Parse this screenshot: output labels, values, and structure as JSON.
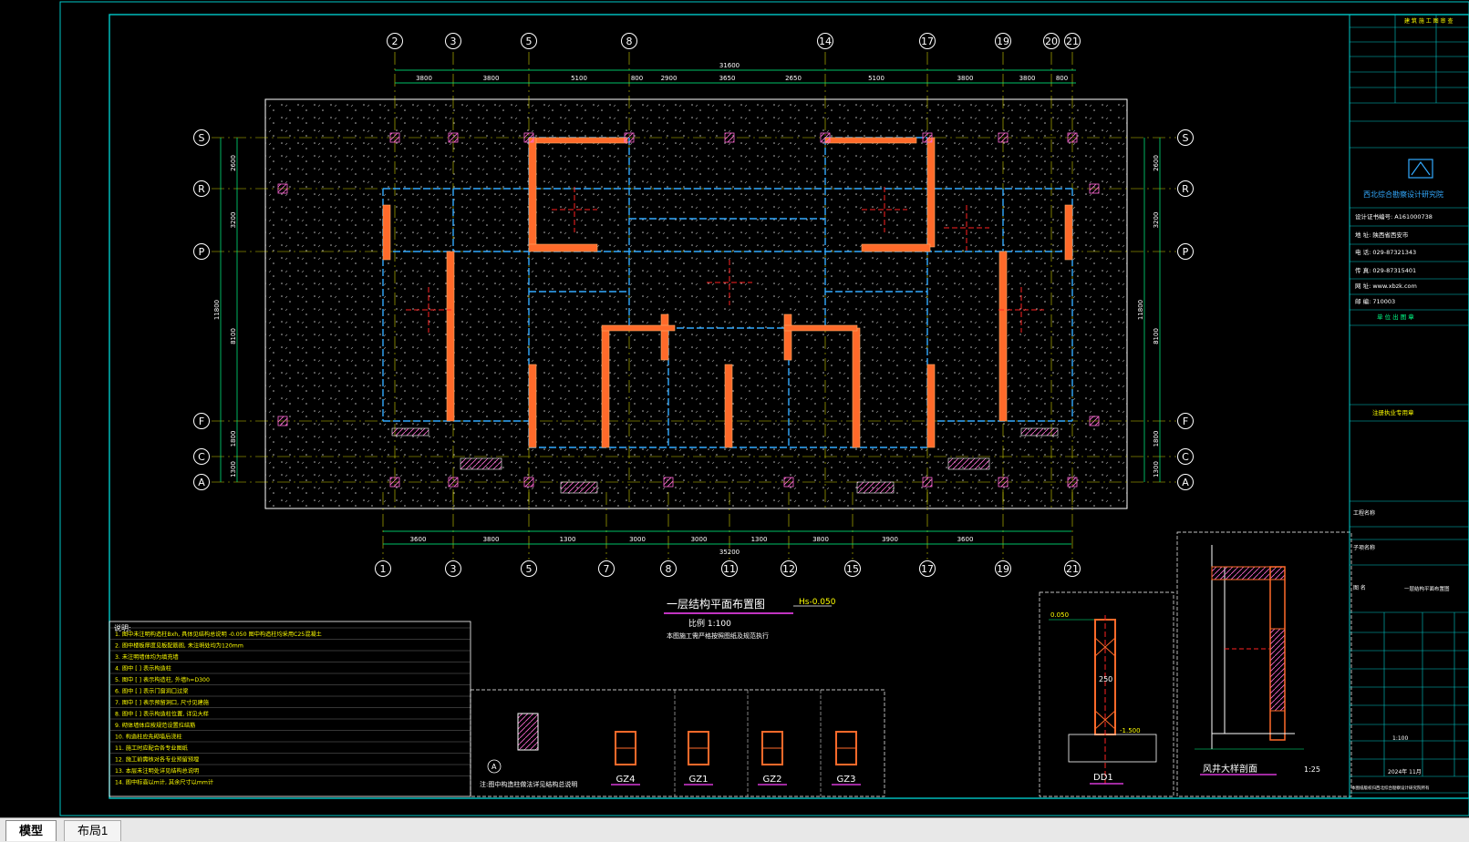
{
  "axes_top": [
    "2",
    "3",
    "5",
    "8",
    "14",
    "17",
    "19",
    "20",
    "21"
  ],
  "axes_bottom": [
    "1",
    "3",
    "5",
    "7",
    "8",
    "11",
    "12",
    "15",
    "17",
    "19",
    "21"
  ],
  "axes_left": [
    "S",
    "R",
    "P",
    "F",
    "C",
    "A"
  ],
  "dims_top": [
    "3800",
    "3800",
    "5100",
    "800",
    "2900",
    "3650",
    "2650",
    "5100",
    "3800",
    "3800",
    "800"
  ],
  "dim_top_total": "31600",
  "dims_bottom": [
    "3600",
    "3800",
    "1300",
    "3000",
    "3000",
    "1300",
    "3800",
    "3900",
    "3600"
  ],
  "dim_bottom_total": "35200",
  "dims_left": [
    "2600",
    "3200",
    "8100",
    "1800",
    "1300"
  ],
  "dim_left_total": "11800",
  "plan_title": "一层结构平面布置图",
  "plan_level": "Hs-0.050",
  "plan_scale": "比例 1:100",
  "plan_note": "本图施工需严格按照图纸及规范执行",
  "notes_title": "说明:",
  "notes": [
    "1.  图中未注明构造柱Bxh, 具体见结构总说明 -0.050 图中构造柱均采用C25混凝土",
    "2.  图中楼板厚度见板配筋图, 未注明处均为120mm",
    "3.  未注明墙体均为填充墙",
    "4.  图中 [ ] 表示构造柱",
    "5.  图中 [ ] 表示构造柱, 外墙h=D300",
    "6.  图中 [ ] 表示门窗洞口过梁",
    "7.  图中 [ ] 表示预留洞口, 尺寸见建施",
    "8.  图中 [ ] 表示构造柱位置, 详见大样",
    "9.  砌体墙体应按规范设置拉结筋",
    "10. 构造柱应先砌墙后浇柱",
    "11. 施工时应配合各专业图纸",
    "12. 施工前需核对各专业预留预埋",
    "13. 本层未注明处详见结构总说明",
    "14. 图中标高以m计, 其余尺寸以mm计"
  ],
  "detail_a_label": "A",
  "detail_a_caption": "注:图中构造柱做法详见结构总说明",
  "gz_labels": [
    "GZ4",
    "GZ1",
    "GZ2",
    "GZ3"
  ],
  "ddi_label": "DD1",
  "ddi_dims": [
    "0.050",
    "250",
    "-1.500"
  ],
  "fengjing_title": "风井大样剖面",
  "fengjing_scale": "1:25",
  "title_block": {
    "stamp_header": "建 筑 施 工 图 审 查",
    "institute": "西北综合勘察设计研究院",
    "cert": "设计证书编号: A161000738",
    "addr": "地  址: 陕西省西安市",
    "tel": "电  话: 029-87321343",
    "fax": "传  真: 029-87315401",
    "web": "网  址: www.xbzk.com",
    "zip": "邮  编: 710003",
    "seal_header": "单 位 出 图 章",
    "reg_header": "注册执业专用章",
    "project": "工程名称",
    "subitem": "子项名称",
    "drawing": "图  名",
    "drawing_name": "一层结构平面布置图",
    "scale_value": "1:100",
    "date_value": "2024年 11月",
    "footer": "本图纸版权归西北综合勘察设计研究院所有"
  },
  "tabs": {
    "model": "模型",
    "layout": "布局1"
  },
  "colors": {
    "frame": "#00c8c8",
    "axis": "#ffffff",
    "wall": "#ff6a2a",
    "beam": "#33aaff",
    "grid": "#ffff00"
  }
}
